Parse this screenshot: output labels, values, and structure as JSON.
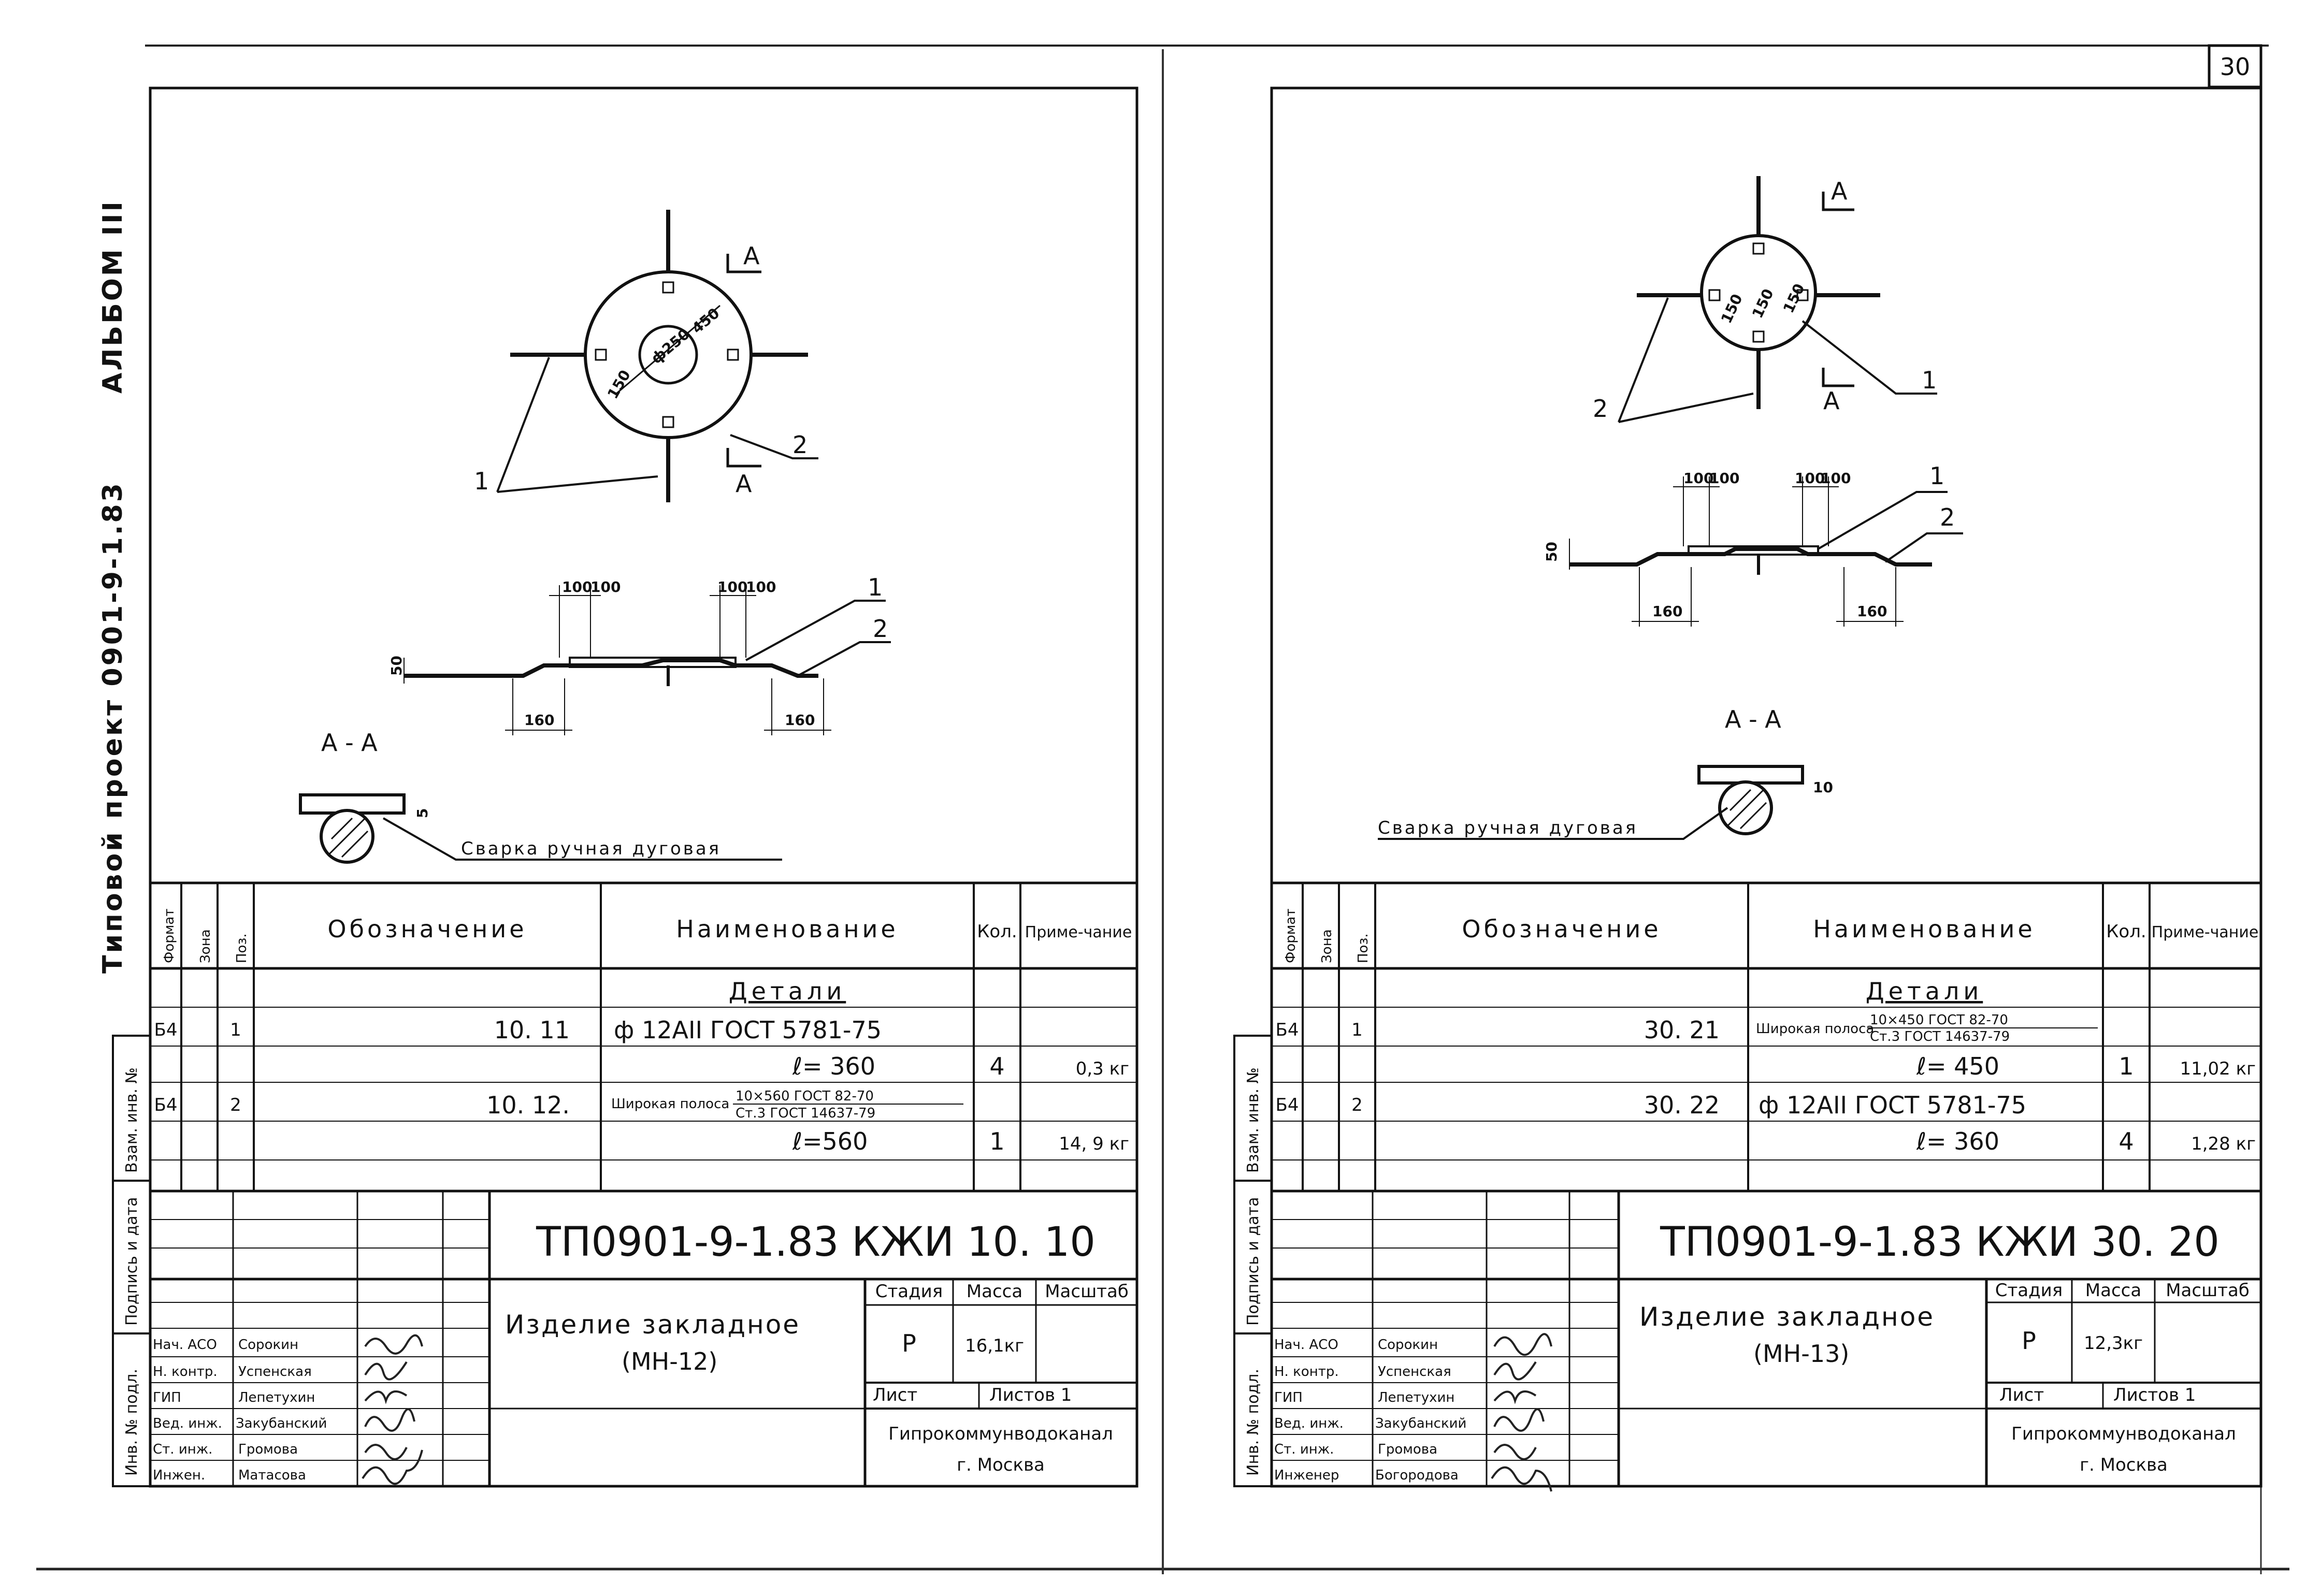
{
  "page_number": "30",
  "side_title": {
    "album": "АЛЬБОМ III",
    "project": "Типовой проект 0901-9-1.83"
  },
  "side_stamp_labels": [
    "Инв. № подл.",
    "Подпись и дата",
    "Взам. инв. №"
  ],
  "spec_headers": {
    "format": "Формат",
    "zone": "Зона",
    "pos": "Поз.",
    "designation": "Обозначение",
    "name": "Наименование",
    "qty": "Кол.",
    "note": "Приме-чание"
  },
  "section_label": "А - А",
  "weld_note": "Сварка ручная дуговая",
  "cut_marker": "А",
  "left_sheet": {
    "drawing": {
      "callouts": [
        "1",
        "2"
      ],
      "plan_dims": [
        "ф250",
        "450",
        "150"
      ],
      "elev_dims_top": [
        "100",
        "100",
        "100",
        "100"
      ],
      "elev_dims_bottom": [
        "160",
        "160"
      ],
      "elev_height": "50",
      "section_dim": "5"
    },
    "spec": {
      "group": "Детали",
      "rows": [
        {
          "format": "Б4",
          "pos": "1",
          "designation": "10. 11",
          "name": "ф 12АII ГОСТ 5781-75",
          "qty": "",
          "note": ""
        },
        {
          "format": "",
          "pos": "",
          "designation": "",
          "name": "ℓ= 360",
          "qty": "4",
          "note": "0,3 кг"
        },
        {
          "format": "Б4",
          "pos": "2",
          "designation": "10. 12.",
          "name": "Широкая полоса",
          "name_frac_top": "10×560  ГОСТ 82-70",
          "name_frac_bottom": "Ст.3  ГОСТ 14637-79",
          "qty": "",
          "note": ""
        },
        {
          "format": "",
          "pos": "",
          "designation": "",
          "name": "ℓ=560",
          "qty": "1",
          "note": "14, 9 кг"
        }
      ]
    },
    "title_block": {
      "doc_code": "ТП0901-9-1.83  КЖИ 10. 10",
      "product": "Изделие закладное",
      "product_mark": "(МН-12)",
      "stage_label": "Стадия",
      "mass_label": "Масса",
      "scale_label": "Масштаб",
      "stage": "Р",
      "mass": "16,1кг",
      "sheet_label": "Лист",
      "sheets_label": "Листов 1",
      "org": "Гипрокоммунводоканал",
      "city": "г. Москва",
      "staff": [
        {
          "role": "Нач. АСО",
          "name": "Сорокин"
        },
        {
          "role": "Н. контр.",
          "name": "Успенская"
        },
        {
          "role": "ГИП",
          "name": "Лепетухин"
        },
        {
          "role": "Вед. инж.",
          "name": "Закубанский"
        },
        {
          "role": "Ст. инж.",
          "name": "Громова"
        },
        {
          "role": "Инжен.",
          "name": "Матасова"
        }
      ]
    }
  },
  "right_sheet": {
    "drawing": {
      "callouts": [
        "1",
        "2"
      ],
      "plan_dims": [
        "150",
        "150",
        "150"
      ],
      "elev_dims_top": [
        "100",
        "100",
        "100",
        "100"
      ],
      "elev_dims_bottom": [
        "160",
        "160"
      ],
      "elev_height": "50",
      "section_dim": "10"
    },
    "spec": {
      "group": "Детали",
      "rows": [
        {
          "format": "Б4",
          "pos": "1",
          "designation": "30. 21",
          "name": "Широкая полоса",
          "name_frac_top": "10×450  ГОСТ 82-70",
          "name_frac_bottom": "Ст.3  ГОСТ 14637-79",
          "qty": "",
          "note": ""
        },
        {
          "format": "",
          "pos": "",
          "designation": "",
          "name": "ℓ= 450",
          "qty": "1",
          "note": "11,02 кг"
        },
        {
          "format": "Б4",
          "pos": "2",
          "designation": "30. 22",
          "name": "ф 12АII ГОСТ 5781-75",
          "qty": "",
          "note": ""
        },
        {
          "format": "",
          "pos": "",
          "designation": "",
          "name": "ℓ= 360",
          "qty": "4",
          "note": "1,28 кг"
        }
      ]
    },
    "title_block": {
      "doc_code": "ТП0901-9-1.83  КЖИ 30. 20",
      "product": "Изделие закладное",
      "product_mark": "(МН-13)",
      "stage_label": "Стадия",
      "mass_label": "Масса",
      "scale_label": "Масштаб",
      "stage": "Р",
      "mass": "12,3кг",
      "sheet_label": "Лист",
      "sheets_label": "Листов 1",
      "org": "Гипрокоммунводоканал",
      "city": "г. Москва",
      "staff": [
        {
          "role": "Нач. АСО",
          "name": "Сорокин"
        },
        {
          "role": "Н. контр.",
          "name": "Успенская"
        },
        {
          "role": "ГИП",
          "name": "Лепетухин"
        },
        {
          "role": "Вед. инж.",
          "name": "Закубанский"
        },
        {
          "role": "Ст. инж.",
          "name": "Громова"
        },
        {
          "role": "Инженер",
          "name": "Богородова"
        }
      ]
    }
  }
}
